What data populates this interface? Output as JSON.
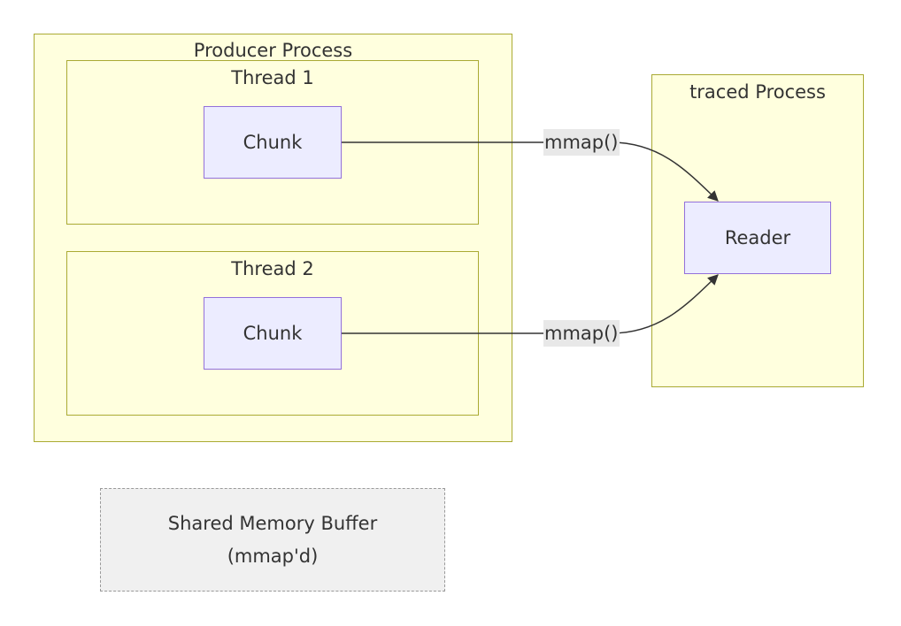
{
  "clusters": {
    "producer": {
      "title": "Producer Process"
    },
    "thread1": {
      "title": "Thread 1"
    },
    "thread2": {
      "title": "Thread 2"
    },
    "traced": {
      "title": "traced Process"
    }
  },
  "nodes": {
    "chunk1": {
      "label": "Chunk"
    },
    "chunk2": {
      "label": "Chunk"
    },
    "reader": {
      "label": "Reader"
    }
  },
  "edges": [
    {
      "from": "chunk1",
      "to": "reader",
      "label": "mmap()"
    },
    {
      "from": "chunk2",
      "to": "reader",
      "label": "mmap()"
    }
  ],
  "note": {
    "line1": "Shared Memory Buffer",
    "line2": "(mmap'd)"
  },
  "colors": {
    "cluster_fill": "#ffffde",
    "cluster_border": "#aaaa33",
    "node_fill": "#ececff",
    "node_border": "#9370db",
    "edge_stroke": "#333333",
    "note_fill": "#f0f0f0",
    "note_border": "#999999"
  }
}
